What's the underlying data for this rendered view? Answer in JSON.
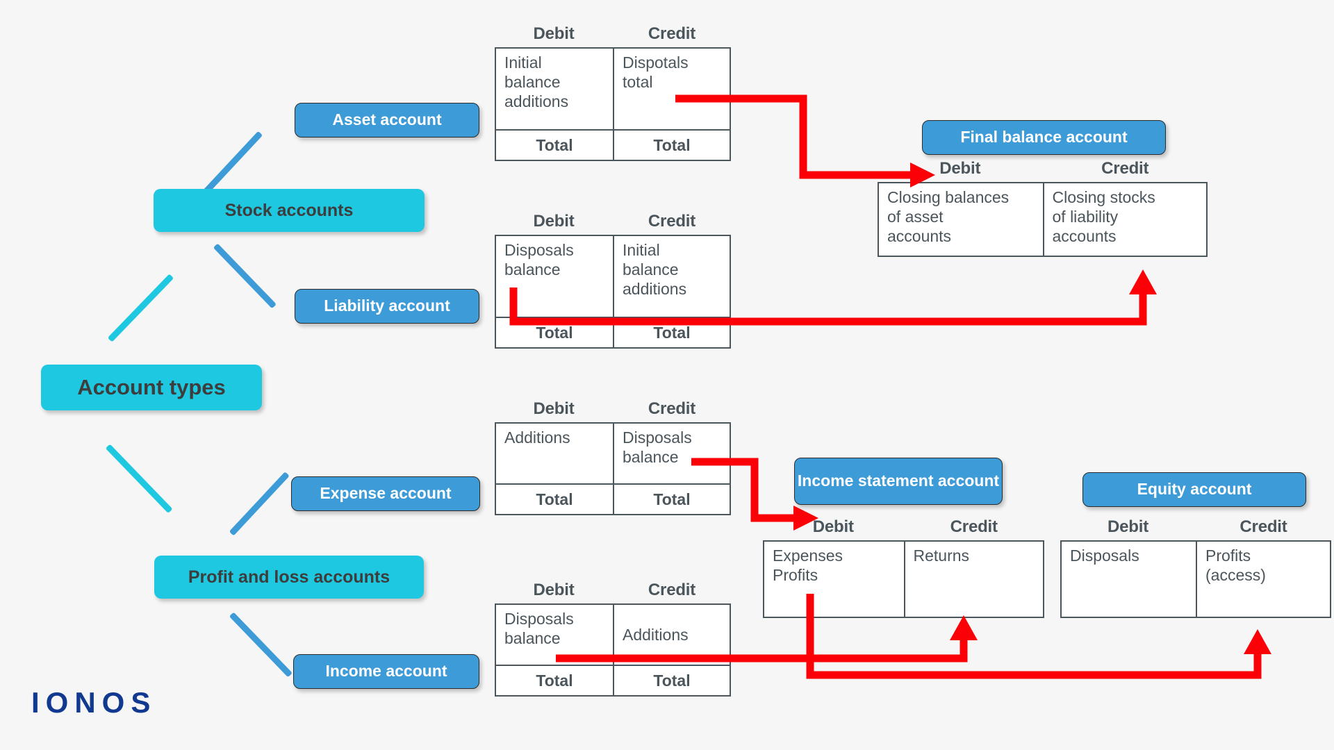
{
  "diagram": {
    "root": {
      "label": "Account types"
    },
    "groups": [
      {
        "label": "Stock accounts"
      },
      {
        "label": "Profit and loss accounts"
      }
    ],
    "leaves": [
      {
        "label": "Asset account"
      },
      {
        "label": "Liability account"
      },
      {
        "label": "Expense account"
      },
      {
        "label": "Income account"
      }
    ],
    "targets": [
      {
        "label": "Final balance account"
      },
      {
        "label": "Income statement account"
      },
      {
        "label": "Equity account"
      }
    ],
    "column_headers": {
      "debit": "Debit",
      "credit": "Credit"
    },
    "total_label": "Total",
    "accounts": [
      {
        "name": "asset-account-t",
        "debit": "Initial\nbalance\nadditions",
        "credit": "Dispotals\ntotal",
        "has_totals": true
      },
      {
        "name": "liability-account-t",
        "debit": "Disposals\nbalance",
        "credit": "Initial\nbalance\nadditions",
        "has_totals": true
      },
      {
        "name": "expense-account-t",
        "debit": "Additions",
        "credit": "Disposals\nbalance",
        "has_totals": true
      },
      {
        "name": "income-account-t",
        "debit": "Disposals\nbalance",
        "credit": "Additions",
        "has_totals": true
      },
      {
        "name": "final-balance-account-t",
        "debit": "Closing balances\nof asset\naccounts",
        "credit": "Closing stocks\nof liability\naccounts",
        "has_totals": false
      },
      {
        "name": "income-statement-account-t",
        "debit": "Expenses\nProfits",
        "credit": "Returns",
        "has_totals": false
      },
      {
        "name": "equity-account-t",
        "debit": "Disposals",
        "credit": "Profits\n(access)",
        "has_totals": false
      }
    ]
  },
  "branding": {
    "logo_text": "IONOS"
  },
  "colors": {
    "background": "#f6f6f6",
    "cyan": "#1ec8e0",
    "blue": "#3d9bd8",
    "text_dark": "#4b555c",
    "arrow_red": "#fb0007",
    "logo_blue": "#11398f"
  }
}
